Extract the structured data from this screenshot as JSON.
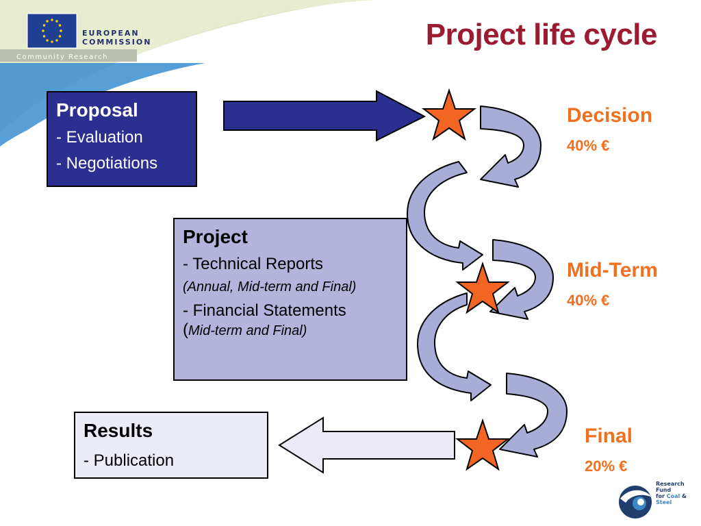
{
  "header": {
    "title": "Project life cycle",
    "logo": {
      "line1": "EUROPEAN",
      "line2": "COMMISSION",
      "subtitle": "Community Research"
    }
  },
  "colors": {
    "title": "#9b1b30",
    "milestone": "#f07020",
    "proposal_box": "#2b2f8f",
    "project_box": "#b3b3db",
    "results_box": "#ececf6",
    "star_fill": "#f26522",
    "curved_arrow_fill": "#a9acd6"
  },
  "boxes": {
    "proposal": {
      "heading": "Proposal",
      "items": [
        "- Evaluation",
        "- Negotiations"
      ]
    },
    "project": {
      "heading": "Project",
      "item1": "- Technical Reports",
      "item1_note": "(Annual, Mid-term and Final)",
      "item2": "- Financial Statements",
      "item2_open": "(",
      "item2_note": "Mid-term and Final)"
    },
    "results": {
      "heading": "Results",
      "items": [
        "- Publication"
      ]
    }
  },
  "milestones": [
    {
      "label": "Decision",
      "percent": "40% €"
    },
    {
      "label": "Mid-Term",
      "percent": "40% €"
    },
    {
      "label": "Final",
      "percent": "20% €"
    }
  ],
  "footer_logo": {
    "line1": "Research Fund",
    "line2_prefix": "for ",
    "line2_coal": "Coal",
    "line2_amp": " & ",
    "line2_steel": "Steel"
  },
  "icons": [
    "eu-flag-icon",
    "star-icon",
    "arrow-icon",
    "curved-arrow-icon",
    "rfcs-logo-icon"
  ]
}
